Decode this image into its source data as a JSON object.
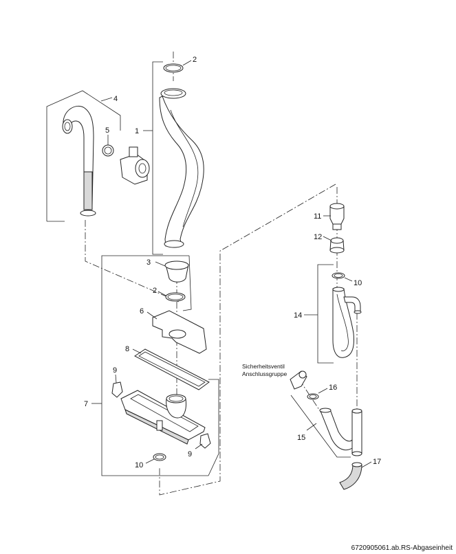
{
  "callouts": [
    {
      "id": "c1",
      "text": "1"
    },
    {
      "id": "c2a",
      "text": "2"
    },
    {
      "id": "c2b",
      "text": "2"
    },
    {
      "id": "c3",
      "text": "3"
    },
    {
      "id": "c4",
      "text": "4"
    },
    {
      "id": "c5",
      "text": "5"
    },
    {
      "id": "c6",
      "text": "6"
    },
    {
      "id": "c7",
      "text": "7"
    },
    {
      "id": "c8",
      "text": "8"
    },
    {
      "id": "c9a",
      "text": "9"
    },
    {
      "id": "c9b",
      "text": "9"
    },
    {
      "id": "c10a",
      "text": "10"
    },
    {
      "id": "c10b",
      "text": "10"
    },
    {
      "id": "c11",
      "text": "11"
    },
    {
      "id": "c12",
      "text": "12"
    },
    {
      "id": "c14",
      "text": "14"
    },
    {
      "id": "c15",
      "text": "15"
    },
    {
      "id": "c16",
      "text": "16"
    },
    {
      "id": "c17",
      "text": "17"
    }
  ],
  "labels": {
    "safety_valve_line1": "Sicherheitsventil",
    "safety_valve_line2": "Anschlussgruppe"
  },
  "footer": {
    "caption": "6720905061.ab.RS-Abgaseinheit"
  }
}
